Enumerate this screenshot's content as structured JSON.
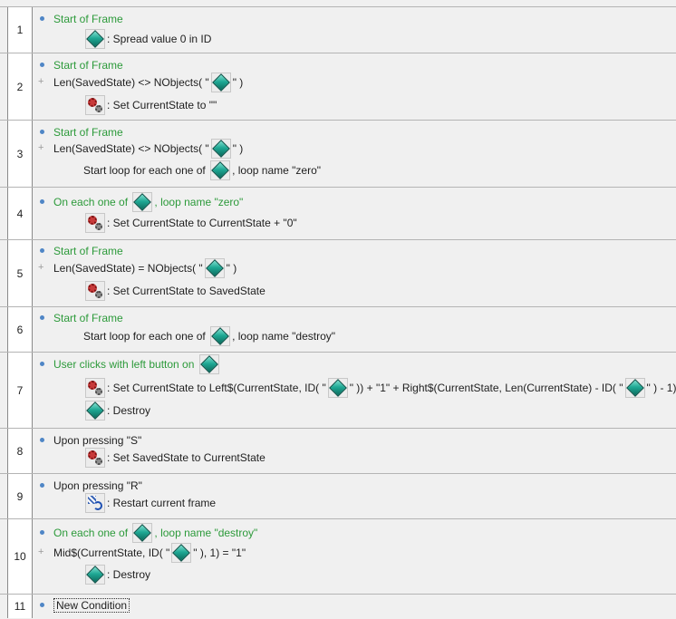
{
  "events": [
    {
      "number": "1",
      "lines": [
        {
          "type": "cond",
          "bullet": true,
          "green": true,
          "parts": [
            {
              "t": "Start of Frame"
            }
          ]
        },
        {
          "type": "act",
          "parts": [
            {
              "icon": "diamond-object-icon"
            },
            {
              "t": ": Spread value 0 in ID"
            }
          ]
        }
      ]
    },
    {
      "number": "2",
      "lines": [
        {
          "type": "cond",
          "bullet": true,
          "green": true,
          "parts": [
            {
              "t": "Start of Frame"
            }
          ]
        },
        {
          "type": "cond",
          "plus": true,
          "parts": [
            {
              "t": "Len(SavedState) <> NObjects( \""
            },
            {
              "icon": "diamond-object-icon"
            },
            {
              "t": "\" )"
            }
          ]
        },
        {
          "type": "act",
          "parts": [
            {
              "icon": "gears-icon"
            },
            {
              "t": ": Set CurrentState to \"\""
            }
          ]
        }
      ]
    },
    {
      "number": "3",
      "lines": [
        {
          "type": "cond",
          "bullet": true,
          "green": true,
          "parts": [
            {
              "t": "Start of Frame"
            }
          ]
        },
        {
          "type": "cond",
          "plus": true,
          "parts": [
            {
              "t": "Len(SavedState) <> NObjects( \""
            },
            {
              "icon": "diamond-object-icon"
            },
            {
              "t": "\" )"
            }
          ]
        },
        {
          "type": "act",
          "parts": [
            {
              "t": "Start loop for each one of "
            },
            {
              "icon": "diamond-object-icon"
            },
            {
              "t": ", loop name \"zero\""
            }
          ]
        }
      ]
    },
    {
      "number": "4",
      "lines": [
        {
          "type": "cond",
          "bullet": true,
          "green": true,
          "parts": [
            {
              "t": "On each one of "
            },
            {
              "icon": "diamond-object-icon"
            },
            {
              "t": ", loop name \"zero\""
            }
          ]
        },
        {
          "type": "act",
          "parts": [
            {
              "icon": "gears-icon"
            },
            {
              "t": ": Set CurrentState to CurrentState + \"0\""
            }
          ]
        }
      ]
    },
    {
      "number": "5",
      "lines": [
        {
          "type": "cond",
          "bullet": true,
          "green": true,
          "parts": [
            {
              "t": "Start of Frame"
            }
          ]
        },
        {
          "type": "cond",
          "plus": true,
          "parts": [
            {
              "t": "Len(SavedState) = NObjects( \""
            },
            {
              "icon": "diamond-object-icon"
            },
            {
              "t": "\" )"
            }
          ]
        },
        {
          "type": "act",
          "parts": [
            {
              "icon": "gears-icon"
            },
            {
              "t": ": Set CurrentState to SavedState"
            }
          ]
        }
      ]
    },
    {
      "number": "6",
      "lines": [
        {
          "type": "cond",
          "bullet": true,
          "green": true,
          "parts": [
            {
              "t": "Start of Frame"
            }
          ]
        },
        {
          "type": "act",
          "parts": [
            {
              "t": "Start loop for each one of "
            },
            {
              "icon": "diamond-object-icon"
            },
            {
              "t": ", loop name \"destroy\""
            }
          ]
        }
      ]
    },
    {
      "number": "7",
      "lines": [
        {
          "type": "cond",
          "bullet": true,
          "green": true,
          "parts": [
            {
              "t": "User clicks with left button on "
            },
            {
              "icon": "diamond-object-icon"
            }
          ]
        },
        {
          "type": "act",
          "parts": [
            {
              "icon": "gears-icon"
            },
            {
              "t": ": Set CurrentState to Left$(CurrentState, ID( \""
            },
            {
              "icon": "diamond-object-icon"
            },
            {
              "t": "\" )) + \"1\" + Right$(CurrentState, Len(CurrentState) - ID( \""
            },
            {
              "icon": "diamond-object-icon"
            },
            {
              "t": "\" ) - 1)"
            }
          ]
        },
        {
          "type": "act",
          "parts": [
            {
              "icon": "diamond-object-icon"
            },
            {
              "t": ": Destroy"
            }
          ]
        }
      ]
    },
    {
      "number": "8",
      "lines": [
        {
          "type": "cond",
          "bullet": true,
          "parts": [
            {
              "t": "Upon pressing \"S\""
            }
          ]
        },
        {
          "type": "act",
          "parts": [
            {
              "icon": "gears-icon"
            },
            {
              "t": ": Set SavedState to CurrentState"
            }
          ]
        }
      ]
    },
    {
      "number": "9",
      "lines": [
        {
          "type": "cond",
          "bullet": true,
          "parts": [
            {
              "t": "Upon pressing \"R\""
            }
          ]
        },
        {
          "type": "act",
          "parts": [
            {
              "icon": "restart-frame-icon"
            },
            {
              "t": ": Restart current frame"
            }
          ]
        }
      ]
    },
    {
      "number": "10",
      "lines": [
        {
          "type": "cond",
          "bullet": true,
          "green": true,
          "parts": [
            {
              "t": "On each one of "
            },
            {
              "icon": "diamond-object-icon"
            },
            {
              "t": ", loop name \"destroy\""
            }
          ]
        },
        {
          "type": "cond",
          "plus": true,
          "parts": [
            {
              "t": "Mid$(CurrentState, ID( \""
            },
            {
              "icon": "diamond-object-icon"
            },
            {
              "t": "\" ), 1) = \"1\""
            }
          ]
        },
        {
          "type": "act",
          "parts": [
            {
              "icon": "diamond-object-icon"
            },
            {
              "t": ": Destroy"
            }
          ]
        }
      ]
    },
    {
      "number": "11",
      "lines": [
        {
          "type": "cond",
          "bullet": true,
          "newcond": true,
          "parts": [
            {
              "t": "New Condition"
            }
          ]
        }
      ]
    }
  ],
  "colors": {
    "condition_green": "#2c9a3a",
    "bullet_blue": "#4f86c6",
    "background": "#f0f0f0"
  }
}
